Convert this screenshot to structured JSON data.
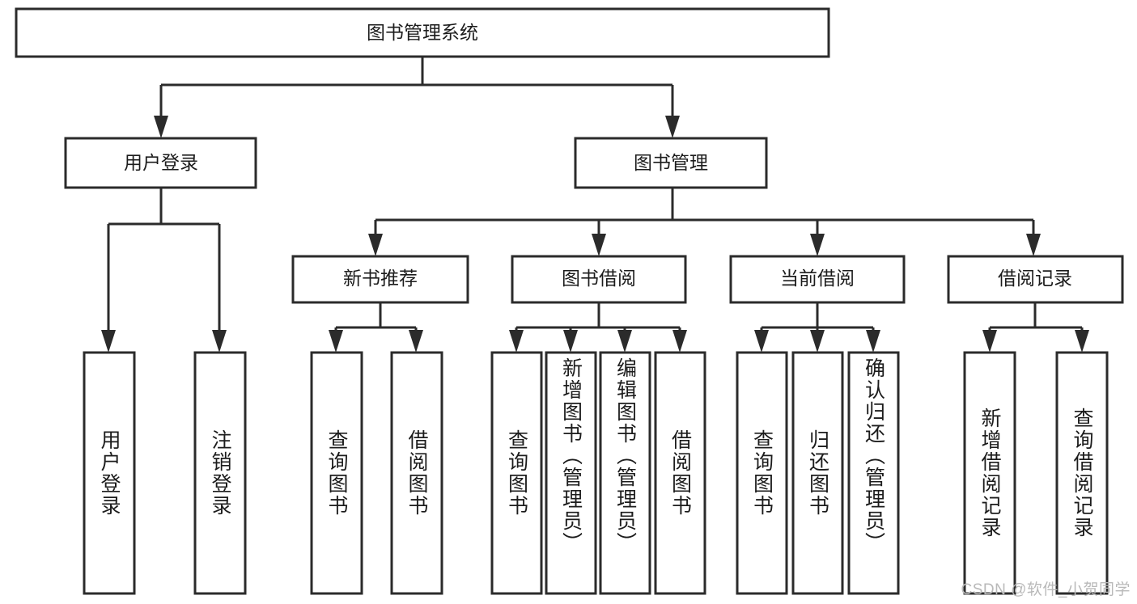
{
  "diagram": {
    "title": "图书管理系统",
    "type": "hierarchy-tree",
    "root": {
      "id": "root",
      "label": "图书管理系统"
    },
    "level2": [
      {
        "id": "user-login",
        "label": "用户登录"
      },
      {
        "id": "book-manage",
        "label": "图书管理"
      }
    ],
    "level3": [
      {
        "id": "new-book-recommend",
        "label": "新书推荐",
        "parent": "book-manage"
      },
      {
        "id": "book-borrow",
        "label": "图书借阅",
        "parent": "book-manage"
      },
      {
        "id": "current-borrow",
        "label": "当前借阅",
        "parent": "book-manage"
      },
      {
        "id": "borrow-record",
        "label": "借阅记录",
        "parent": "book-manage"
      }
    ],
    "leaves": [
      {
        "id": "leaf-user-login",
        "label": "用户登录",
        "parent": "user-login"
      },
      {
        "id": "leaf-logout",
        "label": "注销登录",
        "parent": "user-login"
      },
      {
        "id": "leaf-query-book-1",
        "label": "查询图书",
        "parent": "new-book-recommend"
      },
      {
        "id": "leaf-borrow-book-1",
        "label": "借阅图书",
        "parent": "new-book-recommend"
      },
      {
        "id": "leaf-query-book-2",
        "label": "查询图书",
        "parent": "book-borrow"
      },
      {
        "id": "leaf-add-book",
        "label": "新增图书（管理员）",
        "parent": "book-borrow"
      },
      {
        "id": "leaf-edit-book",
        "label": "编辑图书（管理员）",
        "parent": "book-borrow"
      },
      {
        "id": "leaf-borrow-book-2",
        "label": "借阅图书",
        "parent": "book-borrow"
      },
      {
        "id": "leaf-query-book-3",
        "label": "查询图书",
        "parent": "current-borrow"
      },
      {
        "id": "leaf-return-book",
        "label": "归还图书",
        "parent": "current-borrow"
      },
      {
        "id": "leaf-confirm-return",
        "label": "确认归还（管理员）",
        "parent": "current-borrow"
      },
      {
        "id": "leaf-add-record",
        "label": "新增借阅记录",
        "parent": "borrow-record"
      },
      {
        "id": "leaf-query-record",
        "label": "查询借阅记录",
        "parent": "borrow-record"
      }
    ],
    "colors": {
      "box_stroke": "#2b2b2b",
      "box_fill": "#ffffff",
      "text": "#1c1c1c",
      "connector": "#2b2b2b",
      "watermark": "#b9b9b9",
      "background": "#ffffff"
    }
  },
  "watermark": {
    "text": "CSDN @软件_小贺同学"
  }
}
